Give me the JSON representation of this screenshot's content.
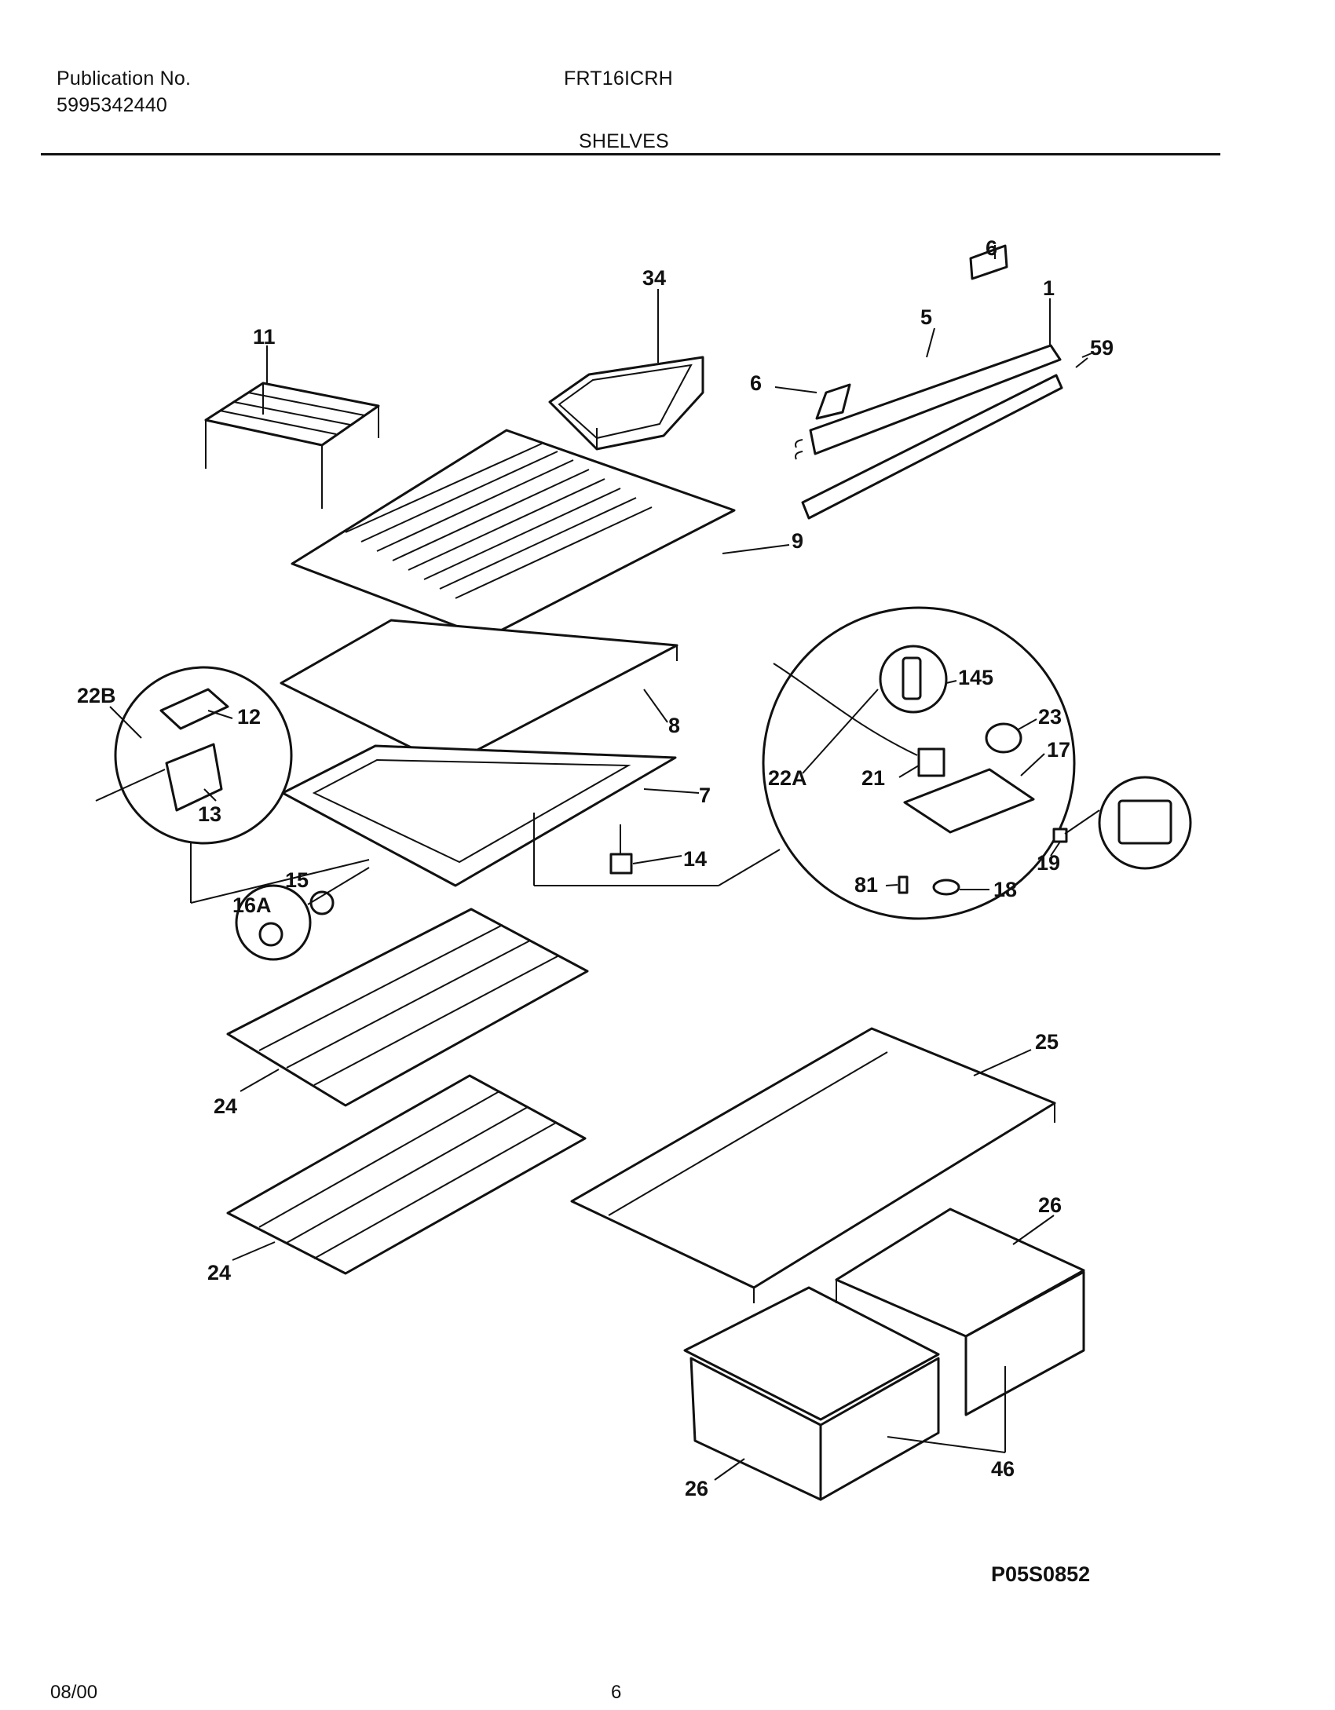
{
  "header": {
    "publication_label": "Publication No.",
    "publication_number": "5995342440",
    "model": "FRT16ICRH",
    "section": "SHELVES"
  },
  "diagram": {
    "callouts": [
      "11",
      "34",
      "6",
      "5",
      "1",
      "59",
      "6",
      "9",
      "22B",
      "12",
      "13",
      "8",
      "7",
      "14",
      "145",
      "23",
      "22A",
      "17",
      "21",
      "19",
      "81",
      "18",
      "15",
      "16A",
      "24",
      "24",
      "25",
      "26",
      "26",
      "46"
    ]
  },
  "diagram_code": "P05S0852",
  "footer": {
    "date": "08/00",
    "page": "6"
  }
}
